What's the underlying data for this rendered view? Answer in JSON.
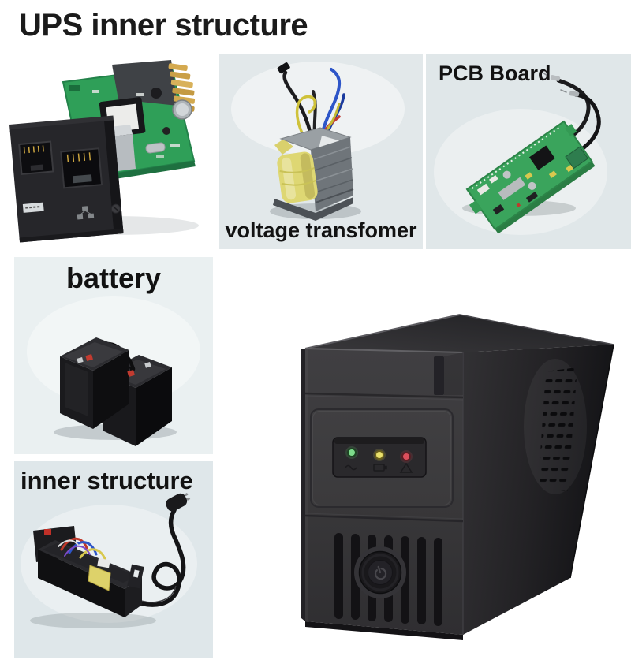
{
  "page": {
    "title": "UPS inner structure",
    "background": "#ffffff"
  },
  "panels": {
    "transformer": {
      "label": "voltage transfomer",
      "bg": "#e2e8ea"
    },
    "pcb_board": {
      "label": "PCB Board",
      "bg": "#e0e7e9"
    },
    "battery": {
      "label": "battery",
      "bg": "#eaf0f1"
    },
    "inner_structure": {
      "label": "inner structure",
      "bg": "#dfe7ea"
    }
  },
  "ups_unit": {
    "indicator_leds": [
      {
        "name": "ac-normal-led",
        "color": "#7ddb8b"
      },
      {
        "name": "battery-mode-led",
        "color": "#e9e06c"
      },
      {
        "name": "fault-led",
        "color": "#dc4f5c"
      }
    ],
    "power_button_icon": "power-symbol"
  }
}
